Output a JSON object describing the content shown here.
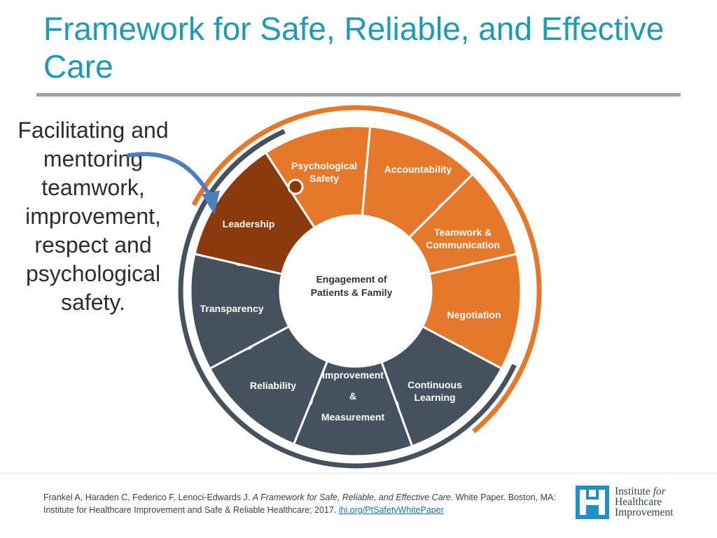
{
  "title": "Framework for Safe, Reliable, and Effective Care",
  "callout": "Facilitating and mentoring teamwork, improvement, respect and psychological safety.",
  "center_label": [
    "Engagement of",
    "Patients & Family"
  ],
  "segments": [
    {
      "name": "psychological-safety",
      "lines": [
        "Psychological",
        "Safety"
      ],
      "color": "#e5782a"
    },
    {
      "name": "accountability",
      "lines": [
        "Accountability"
      ],
      "color": "#e5782a"
    },
    {
      "name": "teamwork-communication",
      "lines": [
        "Teamwork &",
        "Communication"
      ],
      "color": "#e5782a"
    },
    {
      "name": "negotiation",
      "lines": [
        "Negotiation"
      ],
      "color": "#e5782a"
    },
    {
      "name": "continuous-learning",
      "lines": [
        "Continuous",
        "Learning"
      ],
      "color": "#45525d"
    },
    {
      "name": "improvement-measurement",
      "lines": [
        "Improvement",
        "&",
        "Measurement"
      ],
      "color": "#45525d"
    },
    {
      "name": "reliability",
      "lines": [
        "Reliability"
      ],
      "color": "#45525d"
    },
    {
      "name": "transparency",
      "lines": [
        "Transparency"
      ],
      "color": "#45525d"
    },
    {
      "name": "leadership",
      "lines": [
        "Leadership"
      ],
      "color": "#8b3a0e"
    }
  ],
  "colors": {
    "title": "#1e9ab6",
    "culture_orange": "#e5782a",
    "learning_slate": "#45525d",
    "leadership_brown": "#8b3a0e",
    "arrow_blue": "#4a7fc1"
  },
  "citation": {
    "authors": "Frankel A, Haraden C, Federico F, Lenoci-Edwards J.",
    "work_title": "A Framework for Safe, Reliable, and Effective Care.",
    "rest": "White Paper. Boston, MA: Institute for Healthcare Improvement and Safe & Reliable Healthcare; 2017.",
    "link_text": "ihi.org/PtSafetyWhitePaper"
  },
  "logo": {
    "line1_a": "Institute ",
    "line1_b": "for",
    "line2": "Healthcare",
    "line3": "Improvement"
  }
}
